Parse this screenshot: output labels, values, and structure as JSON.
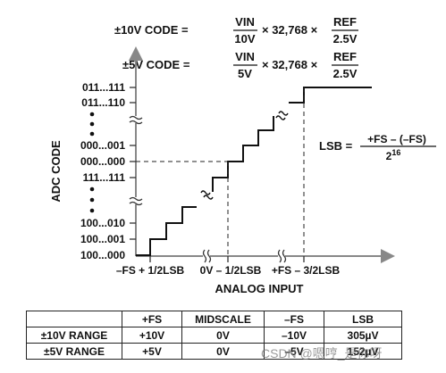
{
  "formulas": {
    "ten_v": {
      "lhs": "±10V CODE =",
      "num": "VIN",
      "den": "10V",
      "mid": "× 32,768 ×",
      "num2": "REF",
      "den2": "2.5V"
    },
    "five_v": {
      "lhs": "±5V CODE =",
      "num": "VIN",
      "den": "5V",
      "mid": "× 32,768 ×",
      "num2": "REF",
      "den2": "2.5V"
    },
    "lsb": {
      "lhs": "LSB =",
      "num": "+FS – (–FS)",
      "den": "2",
      "den_exp": "16"
    }
  },
  "axes": {
    "y_label": "ADC CODE",
    "x_label": "ANALOG INPUT",
    "y_ticks": [
      "011...111",
      "011...110",
      "000...001",
      "000...000",
      "111...111",
      "100...010",
      "100...001",
      "100...000"
    ],
    "x_ticks": [
      "–FS + 1/2LSB",
      "0V – 1/2LSB",
      "+FS – 3/2LSB"
    ]
  },
  "table": {
    "header": [
      "",
      "+FS",
      "MIDSCALE",
      "–FS",
      "LSB"
    ],
    "rows": [
      [
        "±10V RANGE",
        "+10V",
        "0V",
        "–10V",
        "305µV"
      ],
      [
        "±5V RANGE",
        "+5V",
        "0V",
        "–5V",
        "152µV"
      ]
    ]
  },
  "watermark": "CSDN @嗯哼_是你呀"
}
